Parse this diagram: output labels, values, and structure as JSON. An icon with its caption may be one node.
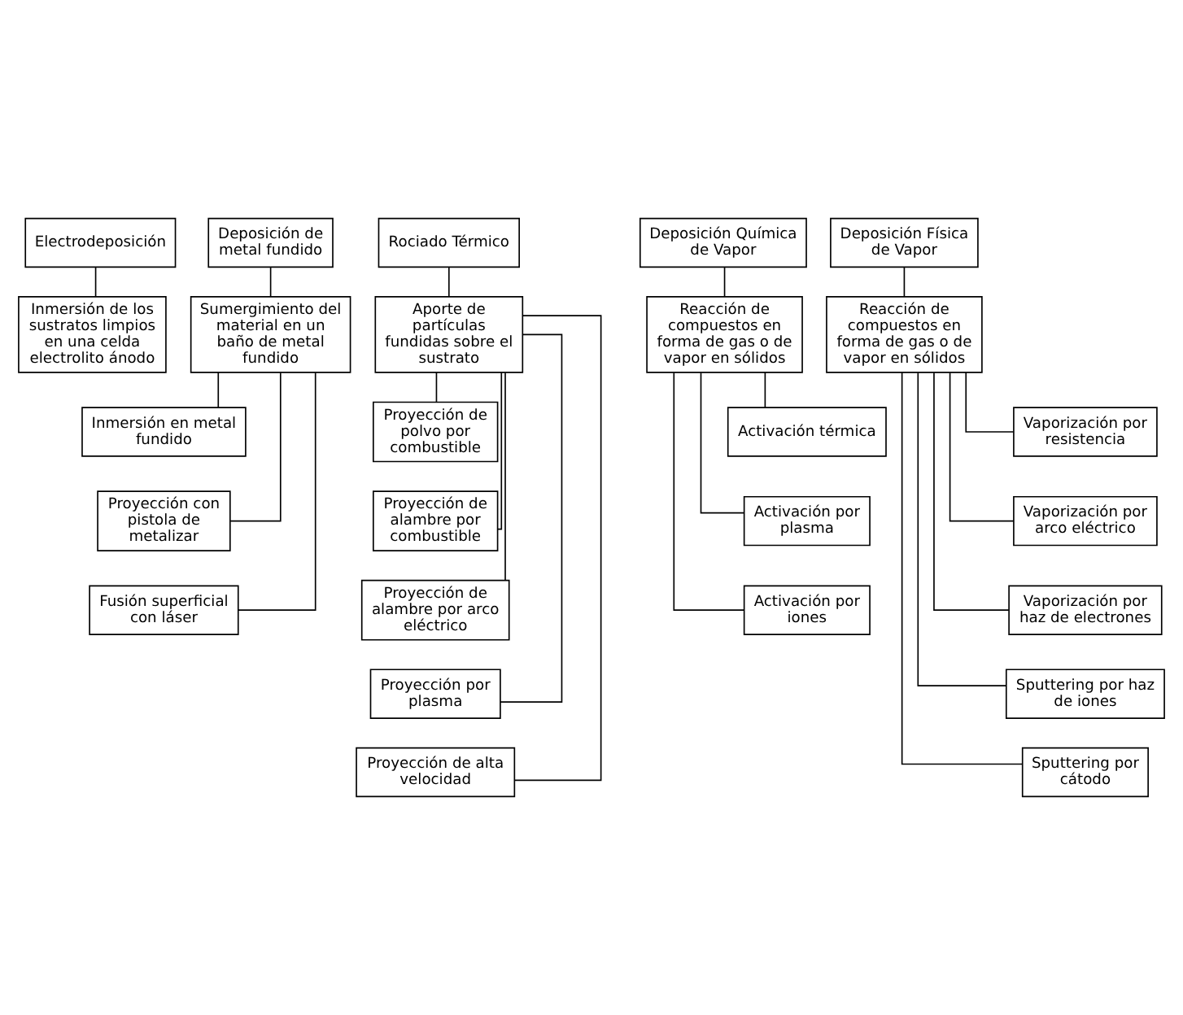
{
  "diagram": {
    "nodes": [
      {
        "text": [
          "Electrodeposición"
        ]
      },
      {
        "text": [
          "Deposición de metal fundido"
        ]
      },
      {
        "text": [
          "Rociado Térmico"
        ]
      },
      {
        "text": [
          "Deposición Química de Vapor"
        ]
      },
      {
        "text": [
          "Deposición Física de Vapor"
        ]
      },
      {
        "text": [
          "Inmersión de los sustratos limpios en una celda electrolito ánodo"
        ]
      },
      {
        "text": [
          "Sumergimiento del material en un baño de metal fundido"
        ]
      },
      {
        "text": [
          "Aporte de partículas fundidas sobre el sustrato"
        ]
      },
      {
        "text": [
          "Reacción de compuestos en forma de gas o de vapor en sólidos"
        ]
      },
      {
        "text": [
          "Reacción de compuestos en forma de gas o de vapor en sólidos"
        ]
      },
      {
        "text": [
          "Inmersión en metal fundido"
        ]
      },
      {
        "text": [
          "Proyección con pistola de metalizar"
        ]
      },
      {
        "text": [
          "Fusión superficial con láser"
        ]
      },
      {
        "text": [
          "Proyección de polvo por combustible"
        ]
      },
      {
        "text": [
          "Proyección de alambre por combustible"
        ]
      },
      {
        "text": [
          "Proyección de alambre por arco eléctrico"
        ]
      },
      {
        "text": [
          "Proyección por plasma"
        ]
      },
      {
        "text": [
          "Proyección de alta velocidad"
        ]
      },
      {
        "text": [
          "Activación térmica"
        ]
      },
      {
        "text": [
          "Activación por plasma"
        ]
      },
      {
        "text": [
          "Activación por iones"
        ]
      },
      {
        "text": [
          "Vaporización por resistencia"
        ]
      },
      {
        "text": [
          "Vaporización por arco eléctrico"
        ]
      },
      {
        "text": [
          "Vaporización por haz de electrones"
        ]
      },
      {
        "text": [
          "Sputtering por haz de iones"
        ]
      },
      {
        "text": [
          "Sputtering por cátodo"
        ]
      }
    ],
    "edges": [
      {
        "from": 0,
        "to": 5,
        "arrow": "none"
      },
      {
        "from": 1,
        "to": 6,
        "arrow": "none"
      },
      {
        "from": 2,
        "to": 7,
        "arrow": "none"
      },
      {
        "from": 3,
        "to": 8,
        "arrow": "none"
      },
      {
        "from": 4,
        "to": 9,
        "arrow": "none"
      },
      {
        "from": 6,
        "to": 10,
        "arrow": "none"
      },
      {
        "from": 6,
        "to": 11,
        "arrow": "none"
      },
      {
        "from": 6,
        "to": 12,
        "arrow": "none"
      },
      {
        "from": 7,
        "to": 13,
        "arrow": "none"
      },
      {
        "from": 7,
        "to": 14,
        "arrow": "none"
      },
      {
        "from": 7,
        "to": 15,
        "arrow": "none"
      },
      {
        "from": 7,
        "to": 16,
        "arrow": "none"
      },
      {
        "from": 7,
        "to": 17,
        "arrow": "none"
      },
      {
        "from": 8,
        "to": 18,
        "arrow": "none"
      },
      {
        "from": 8,
        "to": 19,
        "arrow": "none"
      },
      {
        "from": 8,
        "to": 20,
        "arrow": "none"
      },
      {
        "from": 9,
        "to": 21,
        "arrow": "none"
      },
      {
        "from": 9,
        "to": 22,
        "arrow": "none"
      },
      {
        "from": 9,
        "to": 23,
        "arrow": "none"
      },
      {
        "from": 9,
        "to": 24,
        "arrow": "none"
      },
      {
        "from": 9,
        "to": 25,
        "arrow": "none"
      }
    ]
  }
}
